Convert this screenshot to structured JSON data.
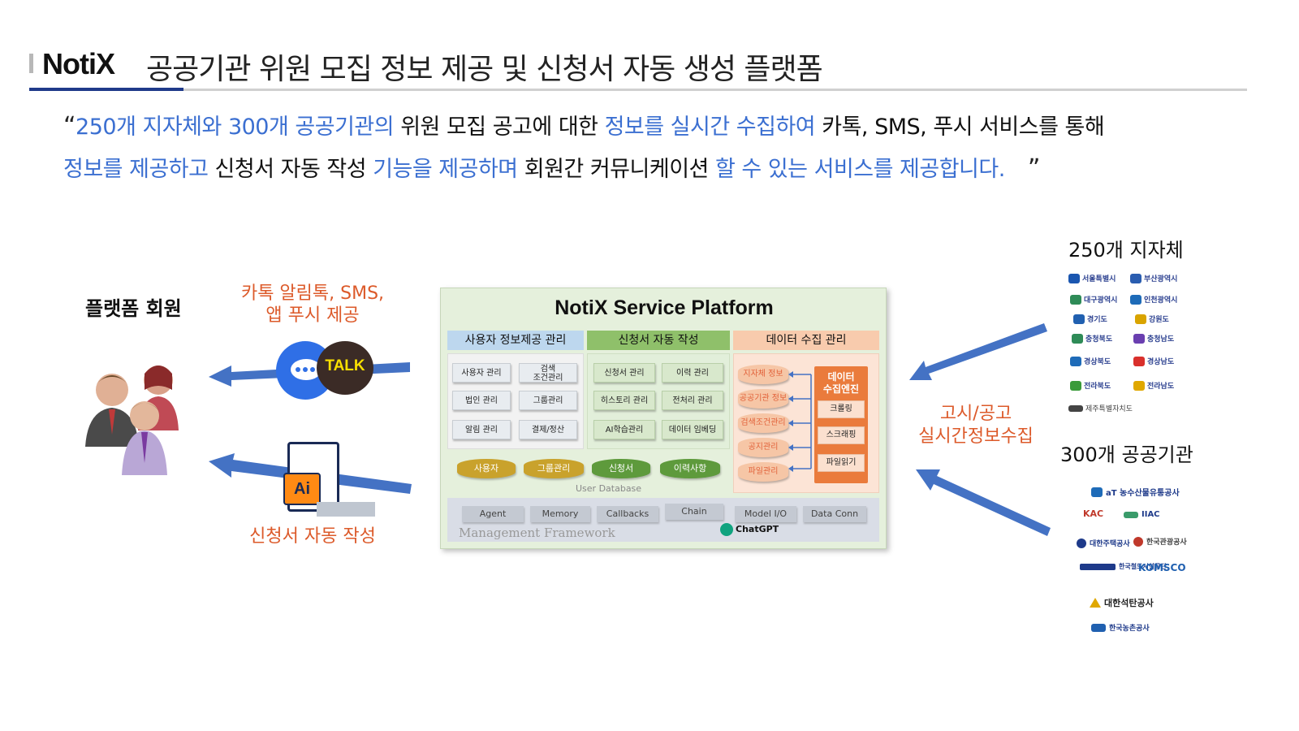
{
  "header": {
    "logo": "NotiX",
    "title": "공공기관 위원 모집 정보 제공 및 신청서 자동 생성 플랫폼"
  },
  "intro": {
    "open_quote": "“",
    "close_quote": "”",
    "line1": [
      {
        "text": "250개 지자체와 300개 공공기관의 ",
        "style": "b"
      },
      {
        "text": "위원 모집 공고에 대한 ",
        "style": "k"
      },
      {
        "text": "정보를 실시간 수집하여 ",
        "style": "b"
      },
      {
        "text": "카톡, SMS, 푸시 서비스를 통해",
        "style": "k"
      }
    ],
    "line2": [
      {
        "text": "정보를 제공하고 ",
        "style": "b"
      },
      {
        "text": "신청서 자동 작성 ",
        "style": "k"
      },
      {
        "text": "기능을 제공하며 ",
        "style": "b"
      },
      {
        "text": "회원간 커뮤니케이션 ",
        "style": "k"
      },
      {
        "text": "할 수 있는 서비스를 제공합니다.",
        "style": "b"
      }
    ]
  },
  "members": {
    "title": "플랫폼 회원",
    "push_label_line1": "카톡 알림톡, SMS,",
    "push_label_line2": "앱 푸시 제공",
    "talk_badge": "TALK",
    "ai_badge": "Ai",
    "apply_label": "신청서 자동 작성"
  },
  "platform": {
    "title": "NotiX Service Platform",
    "section_user": "사용자 정보제공 관리",
    "section_apply": "신청서 자동 작성",
    "section_data": "데이터 수집 관리",
    "user_btns": [
      "사용자 관리",
      "검색\n조건관리",
      "법인 관리",
      "그룹관리",
      "알림 관리",
      "결제/정산"
    ],
    "apply_btns": [
      "신청서 관리",
      "이력 관리",
      "히스토리 관리",
      "전처리 관리",
      "AI학습관리",
      "데이터 임베딩"
    ],
    "db_cyls": [
      "사용자",
      "그룹관리",
      "신청서",
      "이력사항"
    ],
    "db_label": "User Database",
    "data_cyls": [
      "지자체 정보",
      "공공기관 정보",
      "검색조건관리",
      "공지관리",
      "파일관리"
    ],
    "engine_title": "데이터\n수집엔진",
    "engine_btns": [
      "크롤링",
      "스크래핑",
      "파일읽기"
    ],
    "mf_btns": [
      "Agent",
      "Memory",
      "Callbacks",
      "Chain",
      "Model I/O",
      "Data Conn"
    ],
    "mf_label": "Management Framework",
    "chatgpt": "ChatGPT"
  },
  "right": {
    "local_title": "250개 지자체",
    "public_title": "300개 공공기관",
    "collect_line1": "고시/공고",
    "collect_line2": "실시간정보수집",
    "local_logos": [
      {
        "name": "서울특별시",
        "color": "#1a56b0"
      },
      {
        "name": "부산광역시",
        "color": "#2a5db0"
      },
      {
        "name": "대구광역시",
        "color": "#2e8b57"
      },
      {
        "name": "인천광역시",
        "color": "#1e6bb8"
      },
      {
        "name": "경기도",
        "color": "#2060b0"
      },
      {
        "name": "강원도",
        "color": "#d9a400"
      },
      {
        "name": "충청북도",
        "color": "#2e8b57"
      },
      {
        "name": "충청남도",
        "color": "#6a3fb0"
      },
      {
        "name": "경상북도",
        "color": "#1e6bb8"
      },
      {
        "name": "경상남도",
        "color": "#d9302c"
      },
      {
        "name": "전라북도",
        "color": "#3a9b3a"
      },
      {
        "name": "전라남도",
        "color": "#e0a800"
      },
      {
        "name": "제주특별자치도",
        "color": "#444444"
      }
    ],
    "public_logos": [
      {
        "name": "aT 농수산물유통공사",
        "color": "#1e6bb8"
      },
      {
        "name": "KAC",
        "color": "#c0392b"
      },
      {
        "name": "IIAC",
        "color": "#1e3a8a"
      },
      {
        "name": "대한주택공사",
        "color": "#1e3a8a"
      },
      {
        "name": "한국관광공사",
        "color": "#c0392b"
      },
      {
        "name": "한국철도시설공단",
        "color": "#1e3a8a"
      },
      {
        "name": "KOMSCO",
        "color": "#2060b0"
      },
      {
        "name": "대한석탄공사",
        "color": "#222222"
      },
      {
        "name": "한국농촌공사",
        "color": "#1e3a8a"
      }
    ]
  }
}
